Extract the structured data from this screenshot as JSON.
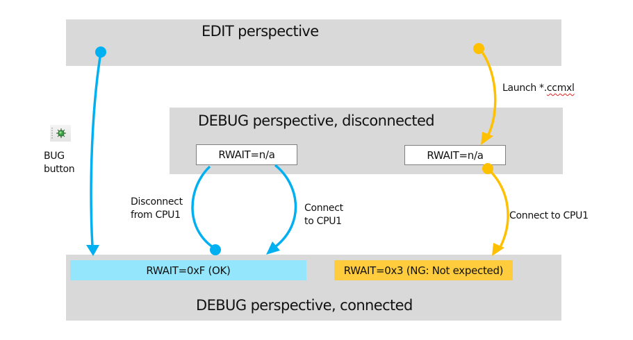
{
  "colors": {
    "panel_bg": "#d9d9d9",
    "blue_flow": "#00b0f0",
    "yellow_flow": "#ffc000",
    "ok_box": "#93e6fb",
    "ng_box": "#ffcc3e"
  },
  "panels": {
    "edit": {
      "title": "EDIT perspective"
    },
    "debug_disconnected": {
      "title": "DEBUG perspective, disconnected"
    },
    "debug_connected": {
      "title": "DEBUG perspective, connected"
    }
  },
  "boxes": {
    "disconnected_left": "RWAIT=n/a",
    "disconnected_right": "RWAIT=n/a",
    "connected_ok": "RWAIT=0xF (OK)",
    "connected_ng": "RWAIT=0x3 (NG: Not expected)"
  },
  "labels": {
    "bug_button_line1": "BUG",
    "bug_button_line2": "button",
    "launch_prefix": "Launch *.",
    "launch_ext": "ccmxl",
    "disconnect_line1": "Disconnect",
    "disconnect_line2": "from CPU1",
    "connect_line1": "Connect",
    "connect_line2": "to CPU1",
    "connect_right": "Connect to CPU1"
  },
  "icons": {
    "bug_button": "bug-icon"
  }
}
